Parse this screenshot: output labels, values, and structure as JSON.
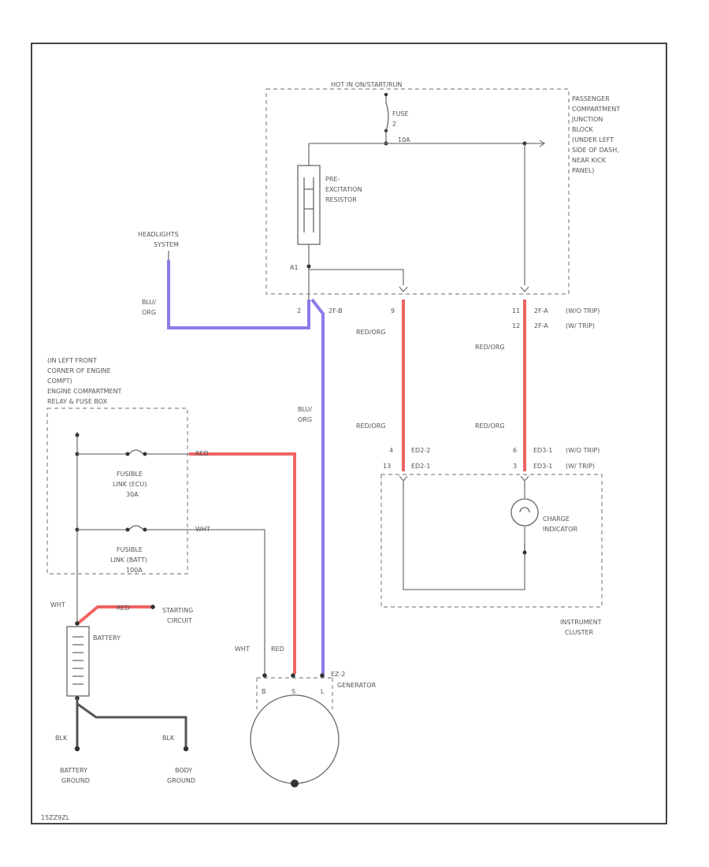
{
  "labels": {
    "hot_in": "HOT IN ON/START/RUN",
    "fuse_num": "FUSE",
    "fuse_id": "2",
    "fuse_amp": "10A",
    "pcjb": [
      "PASSENGER",
      "COMPARTMENT",
      "JUNCTION",
      "BLOCK",
      "(UNDER LEFT",
      "SIDE OF DASH,",
      "NEAR KICK",
      "PANEL)"
    ],
    "resistor": [
      "PRE-",
      "EXCITATION",
      "RESISTOR"
    ],
    "headlights": [
      "HEADLIGHTS",
      "SYSTEM"
    ],
    "fuse_box": [
      "(IN LEFT FRONT",
      "CORNER OF ENGINE",
      "COMPT)",
      "ENGINE COMPARTMENT",
      "RELAY & FUSE BOX"
    ],
    "fl_ecu": [
      "FUSIBLE",
      "LINK (ECU)",
      "30A"
    ],
    "fl_batt": [
      "FUSIBLE",
      "LINK (BATT)",
      "100A"
    ],
    "battery": "BATTERY",
    "starting": [
      "STARTING",
      "CIRCUIT"
    ],
    "battery_ground": [
      "BATTERY",
      "GROUND"
    ],
    "body_ground": [
      "BODY",
      "GROUND"
    ],
    "generator": "GENERATOR",
    "gen_conn": "EZ-2",
    "gen_b": "B",
    "gen_s": "S",
    "gen_l": "L",
    "charge": [
      "CHARGE",
      "INDICATOR"
    ],
    "cluster": [
      "INSTRUMENT",
      "CLUSTER"
    ],
    "footer": "15ZZ9ZL"
  },
  "wires": {
    "blu_org_1": [
      "BLU/",
      "ORG"
    ],
    "blu_org_2": [
      "BLU/",
      "ORG"
    ],
    "red_org_1": "RED/ORG",
    "red_org_2": "RED/ORG",
    "red_org_3": "RED/ORG",
    "red_org_4": "RED/ORG",
    "red_fb": "RED",
    "wht_fb": "WHT",
    "wht_batt": "WHT",
    "red_batt": "RED",
    "blk_1": "BLK",
    "blk_2": "BLK",
    "wht_gen": "WHT",
    "red_gen": "RED"
  },
  "connectors": {
    "pin_a1": "A1",
    "pin_2": "2",
    "c_2b": "2F-B",
    "pin_9": "9",
    "pin_11": "11",
    "pin_12": "12",
    "c_2fa_1": "2F-A",
    "c_2fa_2": "2F-A",
    "trip_1": "(W/O TRIP)",
    "trip_2": "(W/ TRIP)",
    "pin_4": "4",
    "pin_13": "13",
    "c_ed2": "ED2-2",
    "c_ed2b": "ED2-1",
    "pin_6": "6",
    "pin_3": "3",
    "c_ed1": "ED3-1",
    "c_ed1b": "ED3-1",
    "trip_3": "(W/O TRIP)",
    "trip_4": "(W/ TRIP)"
  }
}
